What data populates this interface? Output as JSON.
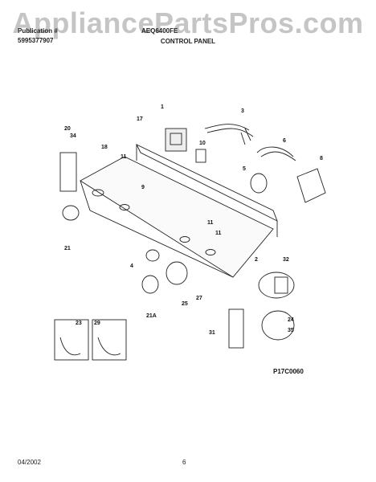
{
  "watermark": "AppliancePartsPros.com",
  "header": {
    "brand": "Publication #",
    "publication_no": "5995377907",
    "model": "AEQ6400FE",
    "title": "CONTROL PANEL"
  },
  "footer": {
    "date": "04/2002",
    "page": "6"
  },
  "diagram_code": "P17C0060",
  "callouts": {
    "c1": "1",
    "c2": "2",
    "c3": "3",
    "c4": "4",
    "c5": "5",
    "c6": "6",
    "c8": "8",
    "c9": "9",
    "c10": "10",
    "c11a": "11",
    "c11b": "11",
    "c11c": "11",
    "c17": "17",
    "c18": "18",
    "c20": "20",
    "c21": "21",
    "c21a": "21A",
    "c23": "23",
    "c24": "24",
    "c25": "25",
    "c27": "27",
    "c29": "29",
    "c31": "31",
    "c32": "32",
    "c34": "34",
    "c35": "35"
  }
}
